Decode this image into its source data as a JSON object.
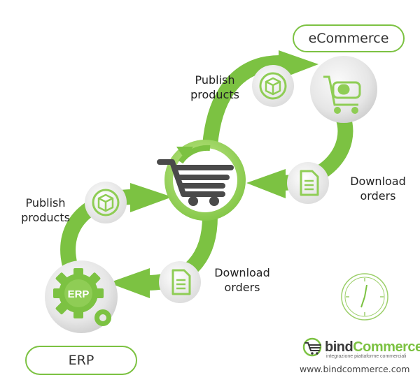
{
  "nodes": {
    "ecommerce_label": "eCommerce",
    "erp_label": "ERP",
    "erp_gear_text": "ERP"
  },
  "flows": {
    "publish_top": [
      "Publish",
      "products"
    ],
    "download_top": [
      "Download",
      "orders"
    ],
    "publish_bottom": [
      "Publish",
      "products"
    ],
    "download_bottom": [
      "Download",
      "orders"
    ]
  },
  "brand": {
    "name_part1": "bind",
    "name_part2": "Commerce",
    "tagline": "integrazione piattaforme commerciali",
    "url": "www.bindcommerce.com"
  },
  "colors": {
    "accent_green": "#7cc242",
    "dark_green": "#5a9a2a",
    "circle_gray": "#e6e6e6",
    "icon_dark": "#4a4a4a"
  },
  "icons": [
    "cart-icon",
    "box-icon",
    "document-icon",
    "gear-icon",
    "clock-icon",
    "sync-arrow-icon"
  ]
}
